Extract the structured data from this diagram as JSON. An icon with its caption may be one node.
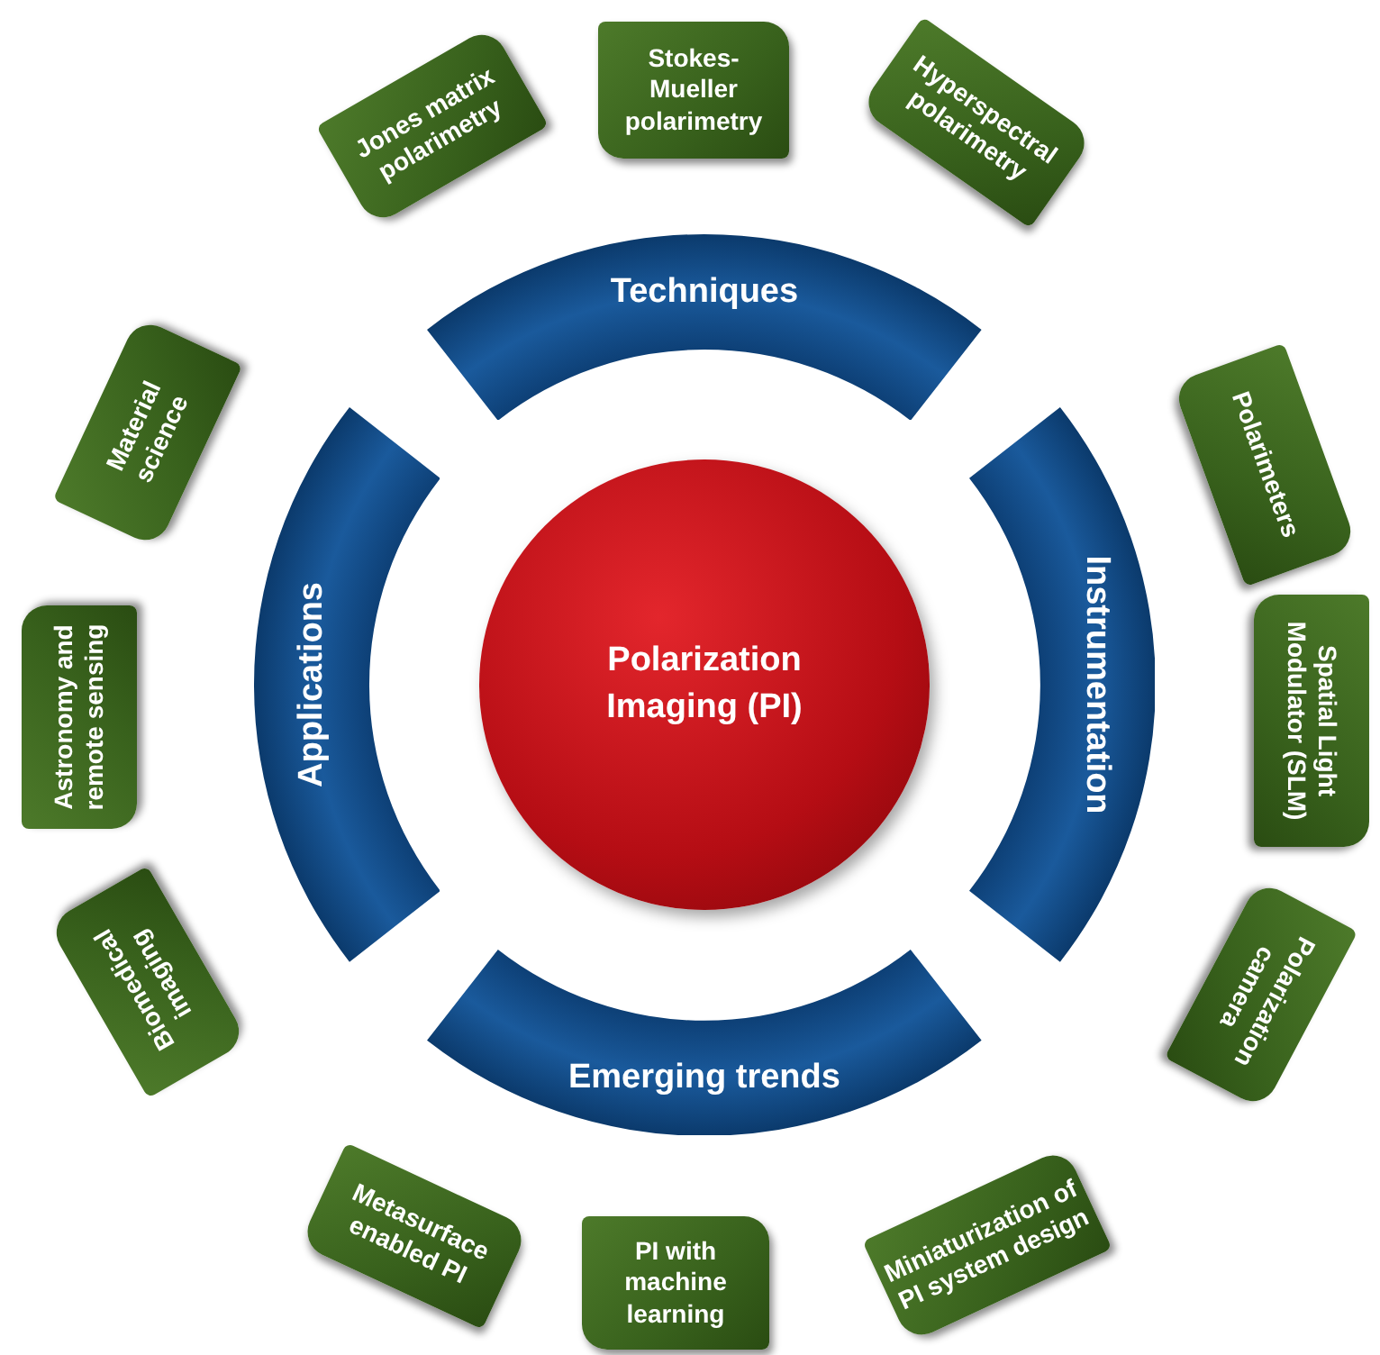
{
  "diagram": {
    "nodes": [
      {
        "text": [
          "Polarization Imaging (PI)"
        ]
      },
      {
        "text": [
          "Techniques"
        ]
      },
      {
        "text": [
          "Instrumentation"
        ]
      },
      {
        "text": [
          "Emerging trends"
        ]
      },
      {
        "text": [
          "Applications"
        ]
      },
      {
        "text": [
          "Jones matrix polarimetry"
        ]
      },
      {
        "text": [
          "Stokes-Mueller polarimetry"
        ]
      },
      {
        "text": [
          "Hyperspectral polarimetry"
        ]
      },
      {
        "text": [
          "Polarimeters"
        ]
      },
      {
        "text": [
          "Spatial Light Modulator (SLM)"
        ]
      },
      {
        "text": [
          "Polarization camera"
        ]
      },
      {
        "text": [
          "Miniaturization of PI system design"
        ]
      },
      {
        "text": [
          "PI with machine learning"
        ]
      },
      {
        "text": [
          "Metasurface enabled PI"
        ]
      },
      {
        "text": [
          "Biomedical imaging"
        ]
      },
      {
        "text": [
          "Astronomy and remote sensing"
        ]
      },
      {
        "text": [
          "Material science"
        ]
      }
    ]
  }
}
